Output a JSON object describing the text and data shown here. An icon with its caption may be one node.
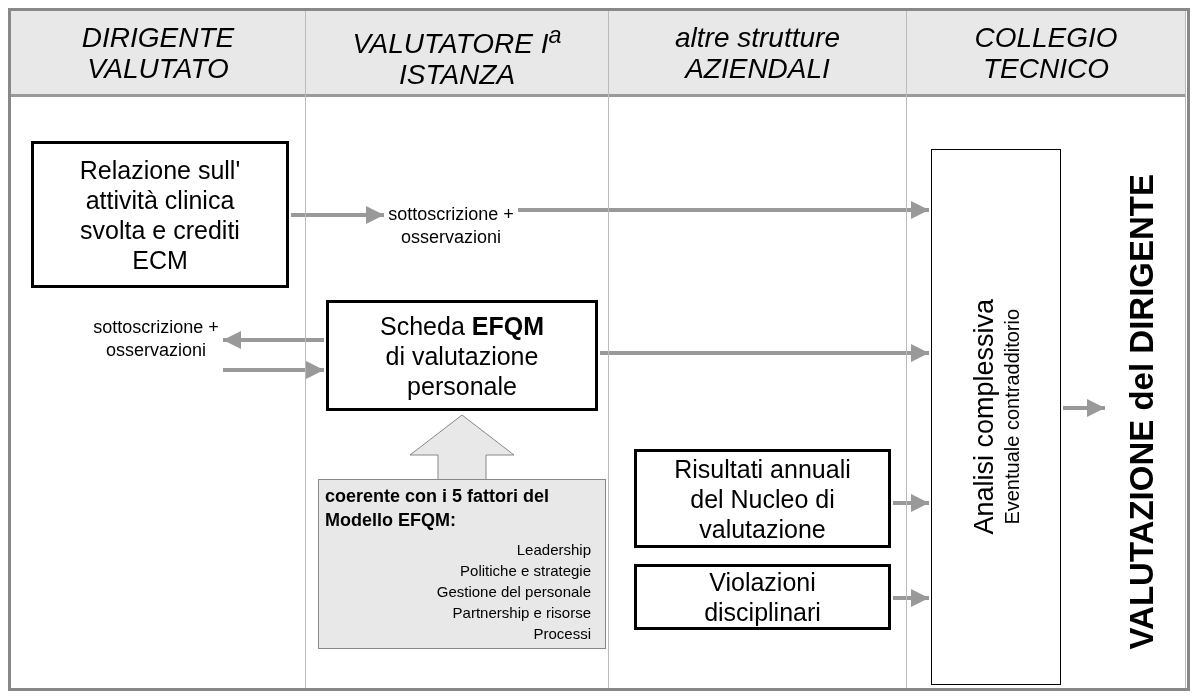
{
  "diagram": {
    "nodes": [
      {
        "text": [
          "DIRIGENTE VALUTATO"
        ]
      },
      {
        "text": [
          "VALUTATORE I$^{a}$ ISTANZA"
        ]
      },
      {
        "text": [
          "altre strutture AZIENDALI"
        ]
      },
      {
        "text": [
          "COLLEGIO TECNICO"
        ]
      },
      {
        "text": [
          "Relazione sull' attività clinica svolta e crediti ECM"
        ],
        "in": 0
      },
      {
        "text": [
          "sottoscrizione + osservazioni"
        ],
        "in": 1
      },
      {
        "text": [
          "sottoscrizione + osservazioni"
        ],
        "in": 0
      },
      {
        "text": [
          "Scheda **EFQM** di valutazione personale"
        ],
        "in": 1
      },
      {
        "text": [
          "coerente con i 5 fattori del Modello EFQM:",
          "Leadership",
          "Politiche e strategie",
          "Gestione del personale",
          "Partnership e risorse",
          "Processi"
        ],
        "in": 1
      },
      {
        "text": [
          "Risultati annuali del Nucleo di valutazione"
        ],
        "in": 2
      },
      {
        "text": [
          "Violazioni disciplinari"
        ],
        "in": 2
      },
      {
        "text": [
          "Analisi complessiva",
          "Eventuale contradditorio"
        ],
        "in": 3
      },
      {
        "text": [
          "VALUTAZIONE del DIRIGENTE"
        ],
        "in": 3
      }
    ],
    "edges": [
      {
        "from": 4,
        "to": 5,
        "arrow": "to"
      },
      {
        "from": 5,
        "to": 11,
        "arrow": "to"
      },
      {
        "from": 7,
        "to": 6,
        "arrow": "to"
      },
      {
        "from": 6,
        "to": 7,
        "arrow": "to"
      },
      {
        "from": 7,
        "to": 11,
        "arrow": "to"
      },
      {
        "from": 8,
        "to": 7,
        "arrow": "to",
        "style": "thick",
        "color": "#e8e8e8"
      },
      {
        "from": 9,
        "to": 11,
        "arrow": "to"
      },
      {
        "from": 10,
        "to": 11,
        "arrow": "to"
      },
      {
        "from": 11,
        "to": 12,
        "arrow": "to"
      }
    ]
  }
}
